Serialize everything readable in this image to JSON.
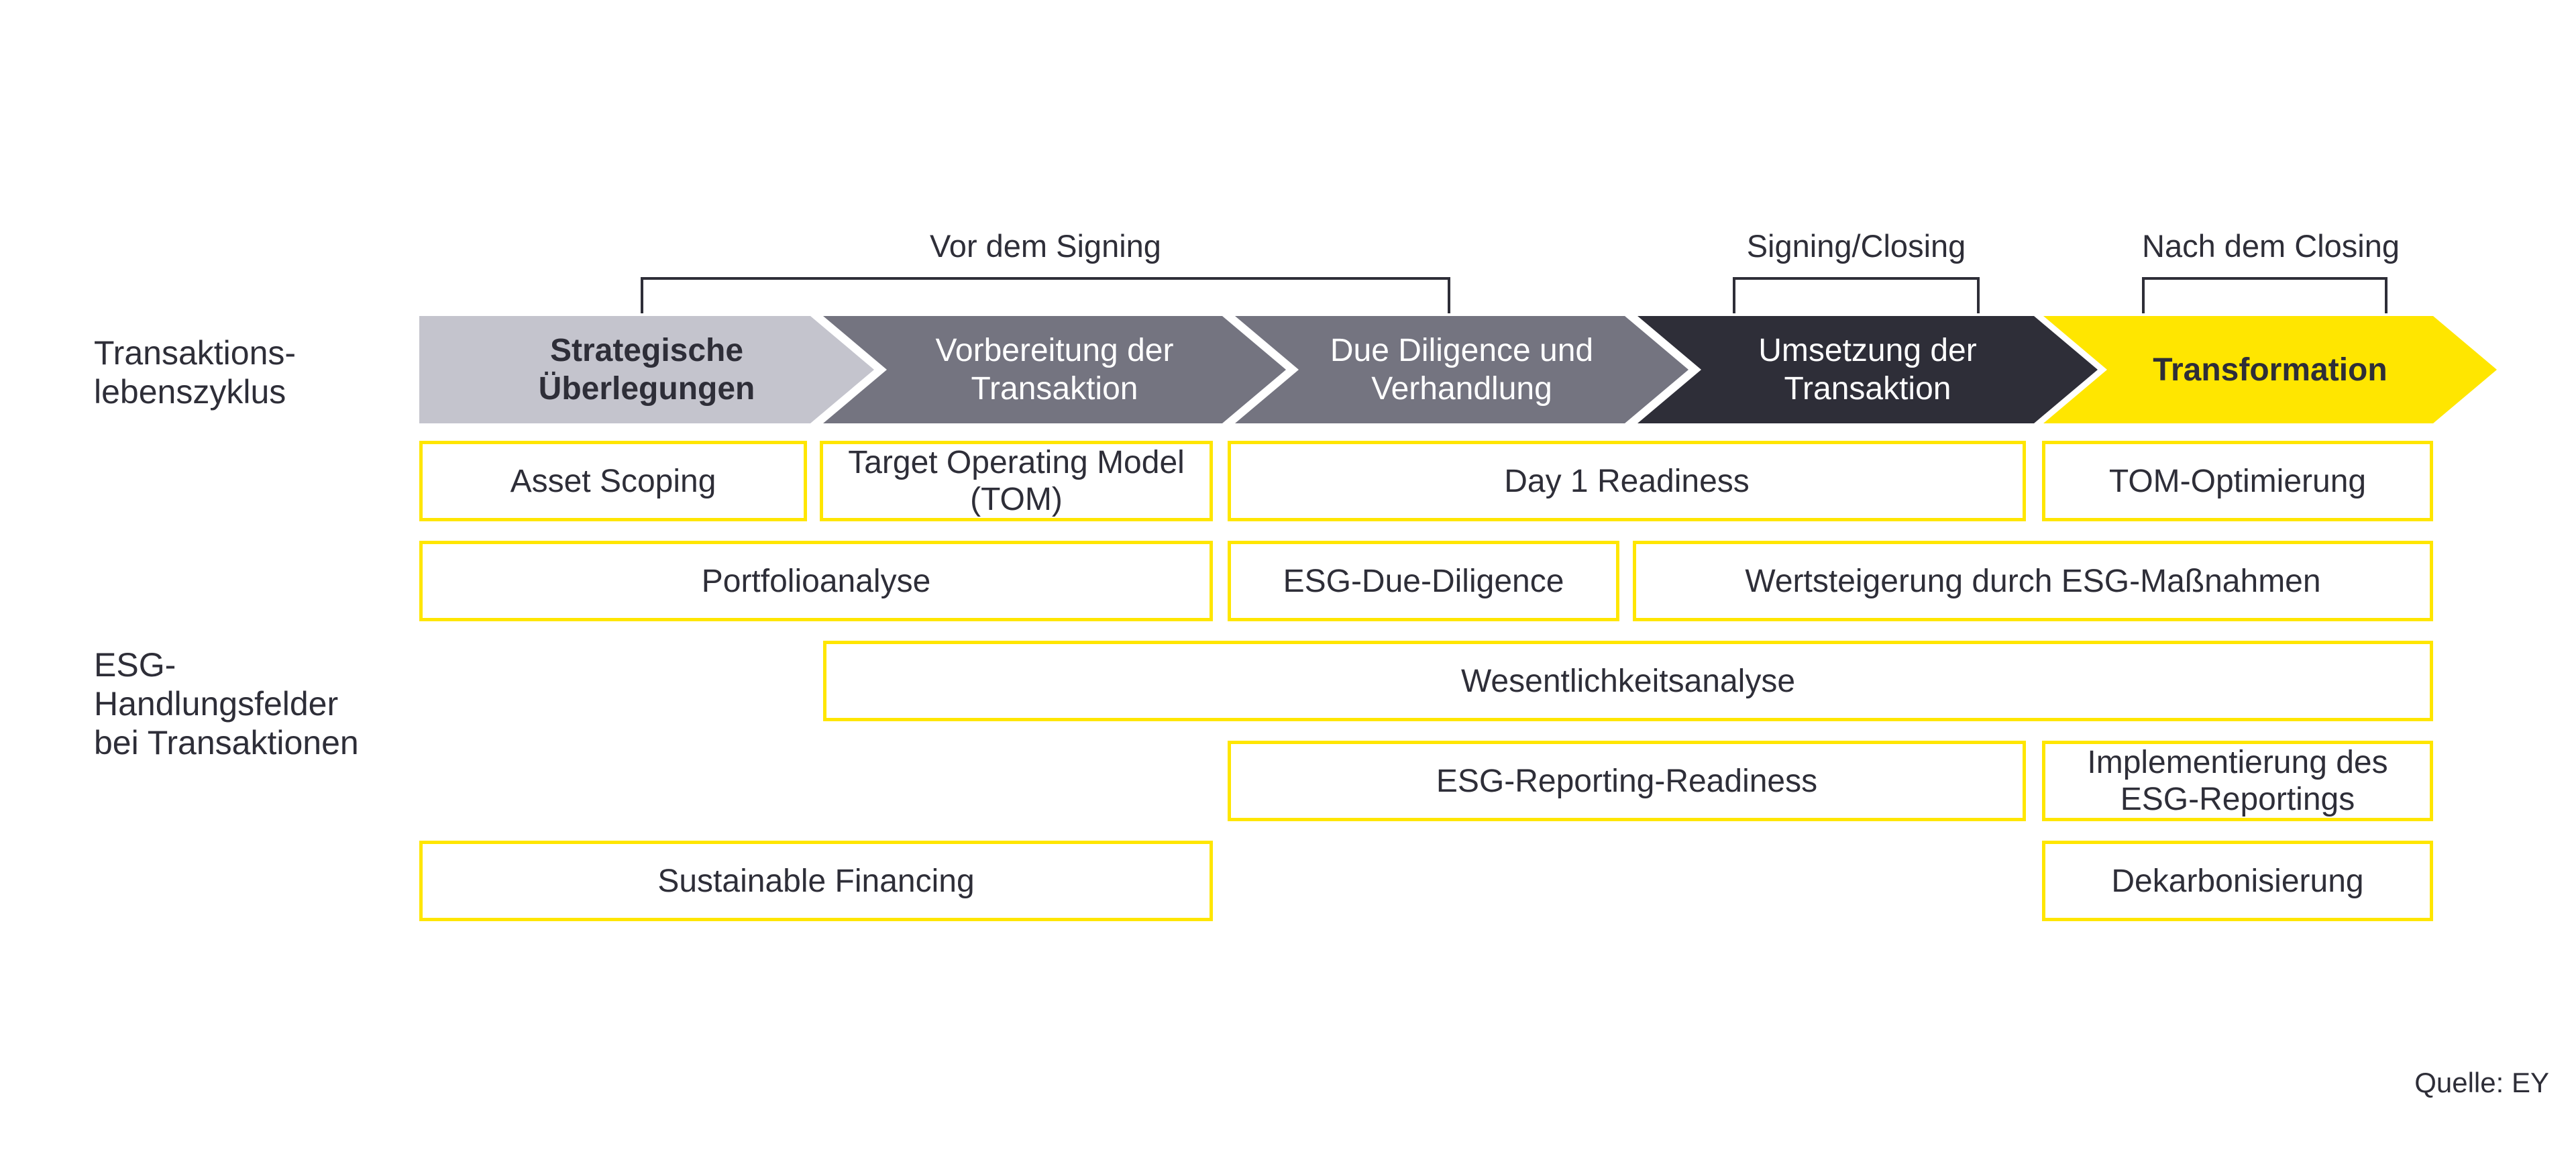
{
  "colors": {
    "ey_yellow": "#FFE600",
    "ey_dark": "#2E2E38",
    "ey_gray": "#747480",
    "ey_light_gray": "#C4C4CD",
    "white": "#FFFFFF"
  },
  "row_labels": {
    "lifecycle": "Transaktions-\nlebenszyklus",
    "esg_fields": "ESG-\nHandlungsfelder\nbei Transaktionen"
  },
  "timeline_phases": [
    {
      "label": "Vor dem Signing"
    },
    {
      "label": "Signing/Closing"
    },
    {
      "label": "Nach dem Closing"
    }
  ],
  "lifecycle_stages": [
    {
      "label": "Strategische\nÜberlegungen",
      "fill": "#C4C4CD",
      "text_color": "#2E2E38"
    },
    {
      "label": "Vorbereitung der\nTransaktion",
      "fill": "#747480",
      "text_color": "#FFFFFF"
    },
    {
      "label": "Due Diligence und\nVerhandlung",
      "fill": "#747480",
      "text_color": "#FFFFFF"
    },
    {
      "label": "Umsetzung der\nTransaktion",
      "fill": "#2E2E38",
      "text_color": "#FFFFFF"
    },
    {
      "label": "Transformation",
      "fill": "#FFE600",
      "text_color": "#2E2E38"
    }
  ],
  "esg_boxes": {
    "asset_scoping": "Asset Scoping",
    "target_operating_model": "Target Operating Model\n(TOM)",
    "day1_readiness": "Day 1 Readiness",
    "tom_optimierung": "TOM-Optimierung",
    "portfolioanalyse": "Portfolioanalyse",
    "esg_due_diligence": "ESG-Due-Diligence",
    "wertsteigerung": "Wertsteigerung durch ESG-Maßnahmen",
    "wesentlichkeitsanalyse": "Wesentlichkeitsanalyse",
    "esg_reporting_readiness": "ESG-Reporting-Readiness",
    "implementierung_esg_reportings": "Implementierung des\nESG-Reportings",
    "sustainable_financing": "Sustainable Financing",
    "dekarbonisierung": "Dekarbonisierung"
  },
  "source_note": "Quelle: EY"
}
